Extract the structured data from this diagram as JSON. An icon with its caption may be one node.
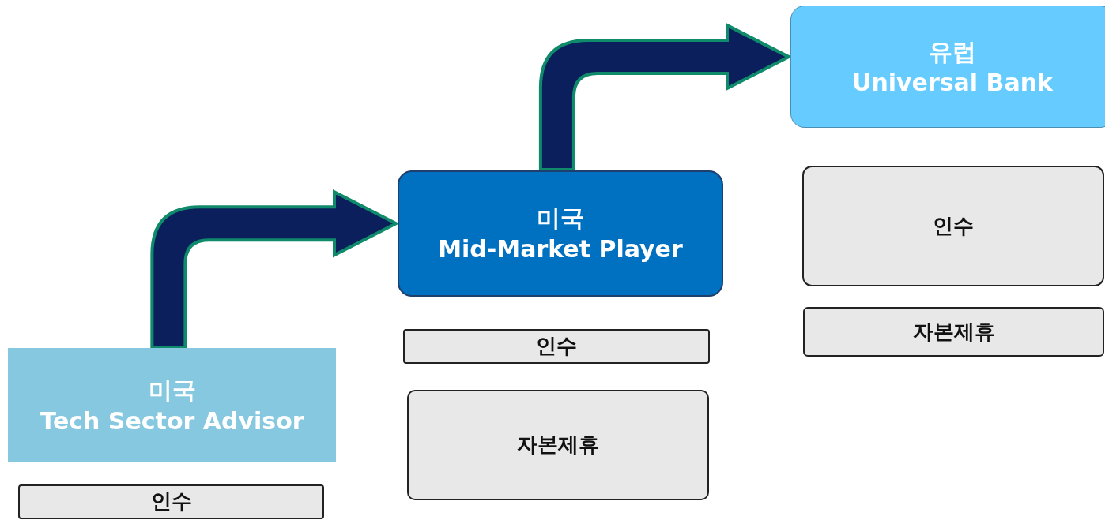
{
  "diagram": {
    "nodes": [
      {
        "text": [
          "미국",
          "Tech Sector Advisor"
        ]
      },
      {
        "text": [
          "인수"
        ]
      },
      {
        "text": [
          "미국",
          "Mid-Market Player"
        ]
      },
      {
        "text": [
          "인수"
        ]
      },
      {
        "text": [
          "자본제휴"
        ]
      },
      {
        "text": [
          "유럽",
          "Universal Bank"
        ]
      },
      {
        "text": [
          "인수"
        ]
      },
      {
        "text": [
          "자본제휴"
        ]
      }
    ],
    "edges": [
      {
        "from": 0,
        "to": 2,
        "arrow": "to"
      },
      {
        "from": 2,
        "to": 5,
        "arrow": "to"
      }
    ]
  }
}
